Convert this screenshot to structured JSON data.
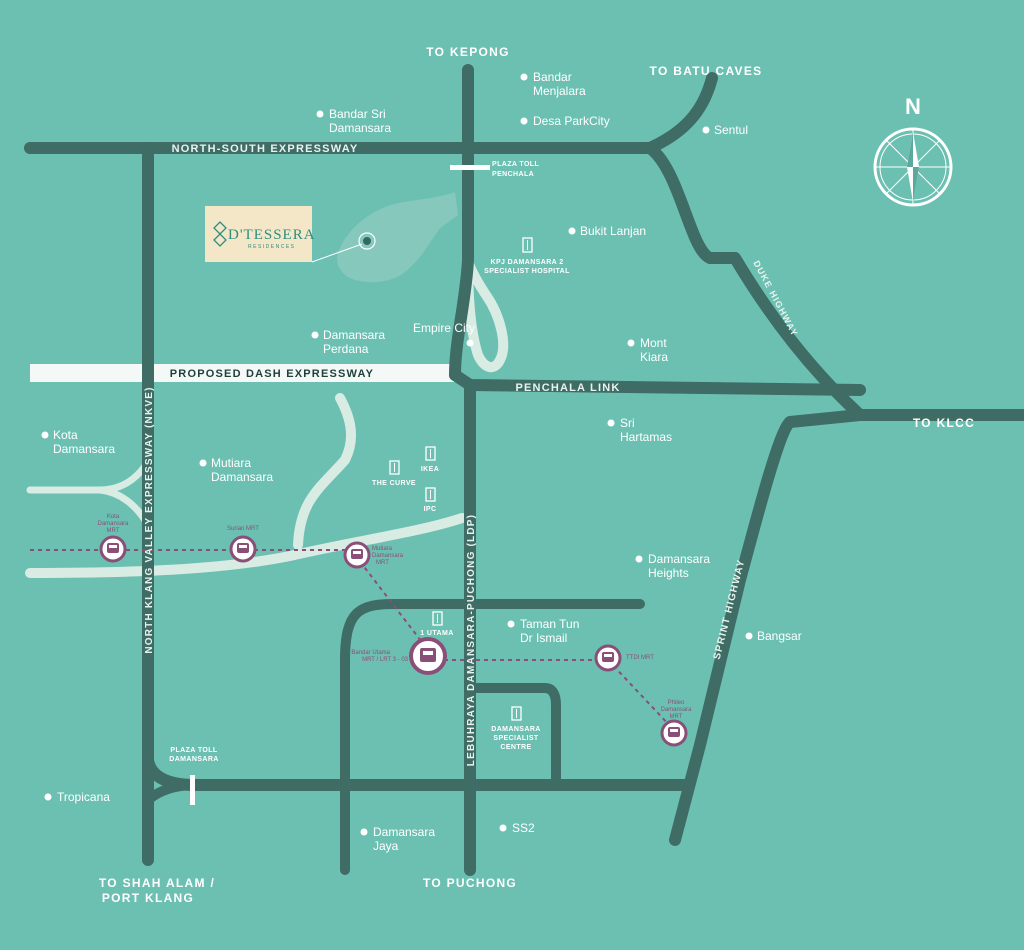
{
  "colors": {
    "background": "#6cc0b2",
    "main_road": "#3f6c64",
    "light_road": "#d9ece4",
    "mrt_line": "#8a4f78",
    "place_dot": "#ffffff",
    "logo_bg": "#f3e7c8"
  },
  "logo": {
    "name": "D'TESSERA",
    "sub": "RESIDENCES"
  },
  "compass": {
    "label": "N"
  },
  "directions": {
    "kepong": "TO KEPONG",
    "batu_caves": "TO BATU CAVES",
    "klcc": "TO KLCC",
    "shah_alam_1": "TO SHAH ALAM /",
    "shah_alam_2": "PORT KLANG",
    "puchong": "TO PUCHONG"
  },
  "roads": {
    "nse": "NORTH-SOUTH EXPRESSWAY",
    "dash": "PROPOSED DASH EXPRESSWAY",
    "penchala": "PENCHALA LINK",
    "duke": "DUKE HIGHWAY",
    "nkve": "NORTH KLANG VALLEY EXPRESSWAY (NKVE)",
    "ldp": "LEBUHRAYA DAMANSARA-PUCHONG (LDP)",
    "sprint": "SPRINT HIGHWAY"
  },
  "tolls": {
    "penchala_1": "PLAZA TOLL",
    "penchala_2": "PENCHALA",
    "damansara_1": "PLAZA TOLL",
    "damansara_2": "DAMANSARA"
  },
  "places": {
    "bandar_menjalara_1": "Bandar",
    "bandar_menjalara_2": "Menjalara",
    "desa_parkcity": "Desa ParkCity",
    "sentul": "Sentul",
    "bandar_sri_damansara_1": "Bandar Sri",
    "bandar_sri_damansara_2": "Damansara",
    "bukit_lanjan": "Bukit Lanjan",
    "empire_city": "Empire City",
    "damansara_perdana_1": "Damansara",
    "damansara_perdana_2": "Perdana",
    "mont_kiara_1": "Mont",
    "mont_kiara_2": "Kiara",
    "kota_damansara_1": "Kota",
    "kota_damansara_2": "Damansara",
    "mutiara_damansara_1": "Mutiara",
    "mutiara_damansara_2": "Damansara",
    "sri_hartamas_1": "Sri",
    "sri_hartamas_2": "Hartamas",
    "damansara_heights_1": "Damansara",
    "damansara_heights_2": "Heights",
    "ttdi_1": "Taman Tun",
    "ttdi_2": "Dr Ismail",
    "bangsar": "Bangsar",
    "tropicana": "Tropicana",
    "damansara_jaya_1": "Damansara",
    "damansara_jaya_2": "Jaya",
    "ss2": "SS2"
  },
  "landmarks": {
    "kpj_1": "KPJ DAMANSARA 2",
    "kpj_2": "SPECIALIST HOSPITAL",
    "ikea": "IKEA",
    "the_curve": "THE CURVE",
    "ipc": "IPC",
    "one_utama": "1 UTAMA",
    "dsc_1": "DAMANSARA",
    "dsc_2": "SPECIALIST",
    "dsc_3": "CENTRE"
  },
  "mrt_stations": {
    "kota_damansara_1": "Kota",
    "kota_damansara_2": "Damansara",
    "kota_damansara_3": "MRT",
    "surian": "Surian MRT",
    "mutiara_1": "Mutiara",
    "mutiara_2": "Damansara",
    "mutiara_3": "MRT",
    "bandar_utama_1": "Bandar Utama",
    "bandar_utama_2": "MRT / LRT 3 - 03",
    "ttdi": "TTDI MRT",
    "phileo_1": "Phileo",
    "phileo_2": "Damansara",
    "phileo_3": "MRT"
  }
}
